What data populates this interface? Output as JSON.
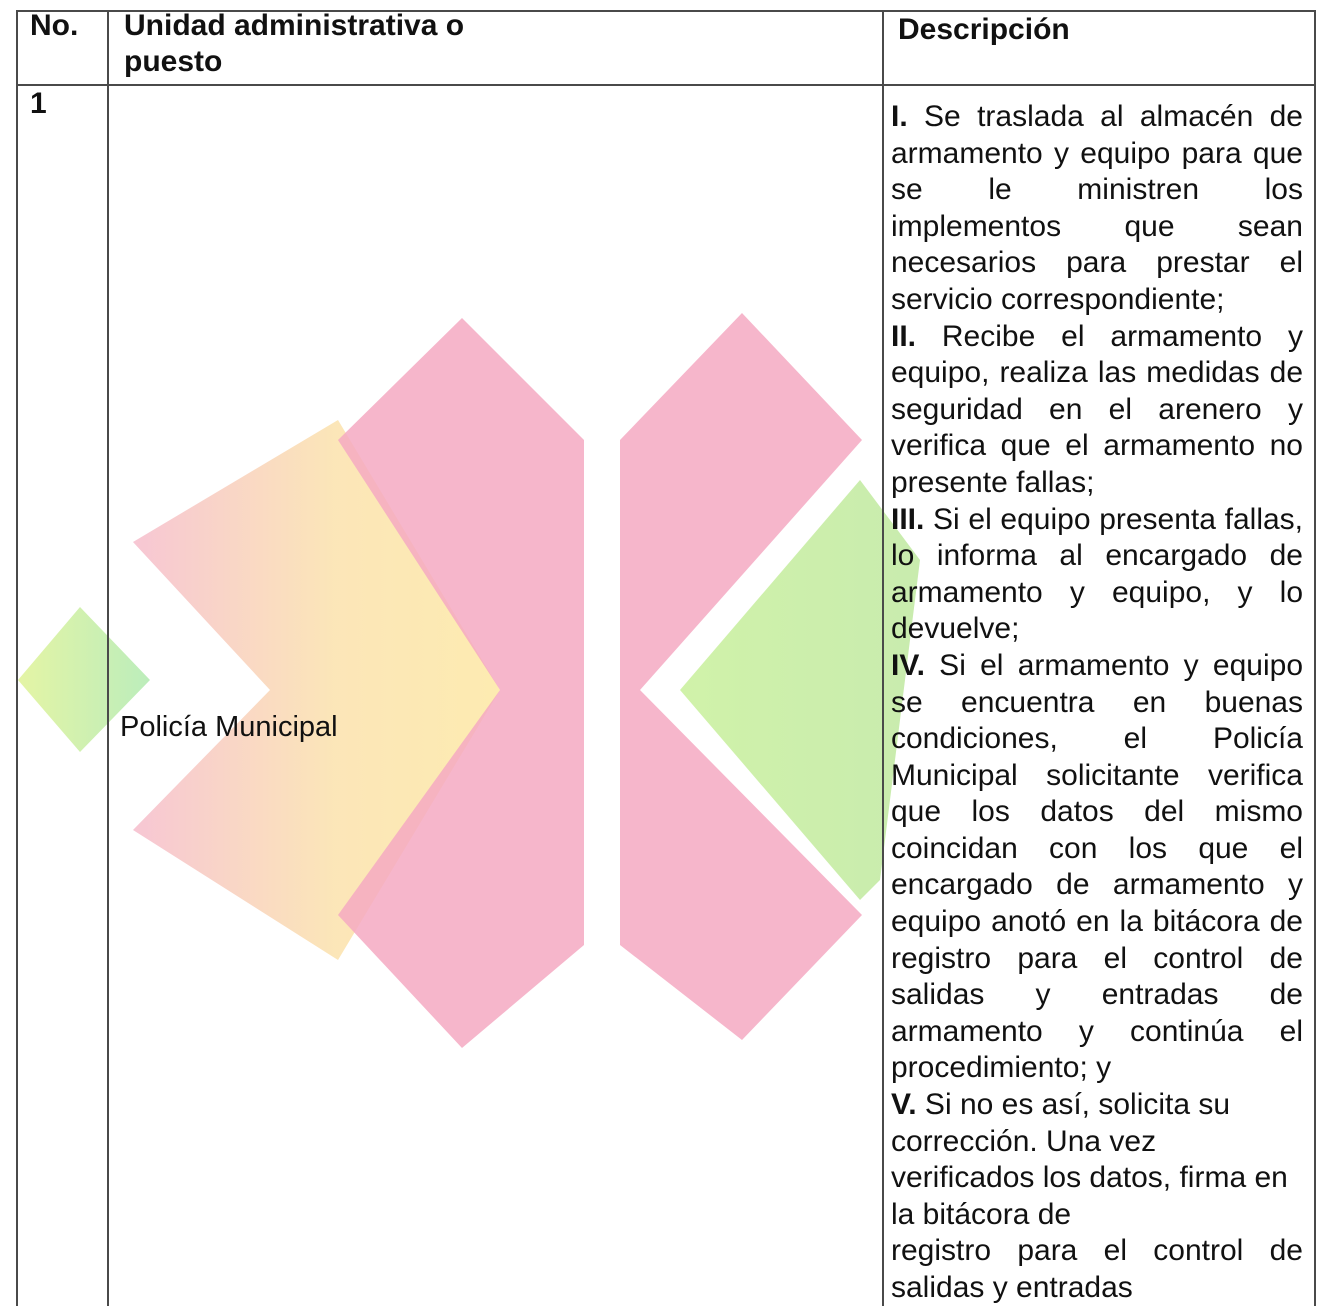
{
  "table": {
    "headers": {
      "no": "No.",
      "unit": "Unidad administrativa o puesto",
      "description": "Descripción"
    },
    "rows": [
      {
        "no": "1",
        "unit": "Policía Municipal",
        "description": [
          {
            "num": "I.",
            "text": " Se traslada al almacén de armamento y equipo para que se le ministren los implementos que sean necesarios para prestar el servicio correspondiente;"
          },
          {
            "num": "II.",
            "text": " Recibe el armamento y equipo, realiza las medidas de seguridad en el arenero y verifica que el armamento no presente fallas;"
          },
          {
            "num": "III.",
            "text": " Si el equipo presenta fallas, lo informa al encargado de armamento y equipo, y lo devuelve;"
          },
          {
            "num": "IV.",
            "text": " Si el armamento y equipo se encuentra en buenas condiciones, el Policía Municipal solicitante verifica que los datos del mismo coincidan con los que el encargado de armamento y equipo anotó en la bitácora de registro para el control de salidas y entradas de armamento y continúa el procedimiento; y"
          },
          {
            "num": "V.",
            "text": " Si no es así, solicita su corrección. Una vez verificados los datos, firma en la bitácora de"
          }
        ],
        "description_tail": "registro para el control de salidas y entradas"
      }
    ]
  },
  "colors": {
    "watermark_pink": "#f2a7c4",
    "watermark_yellow": "#fbe9a4",
    "watermark_green": "#c9ec9a",
    "border": "#4a4a4a"
  }
}
